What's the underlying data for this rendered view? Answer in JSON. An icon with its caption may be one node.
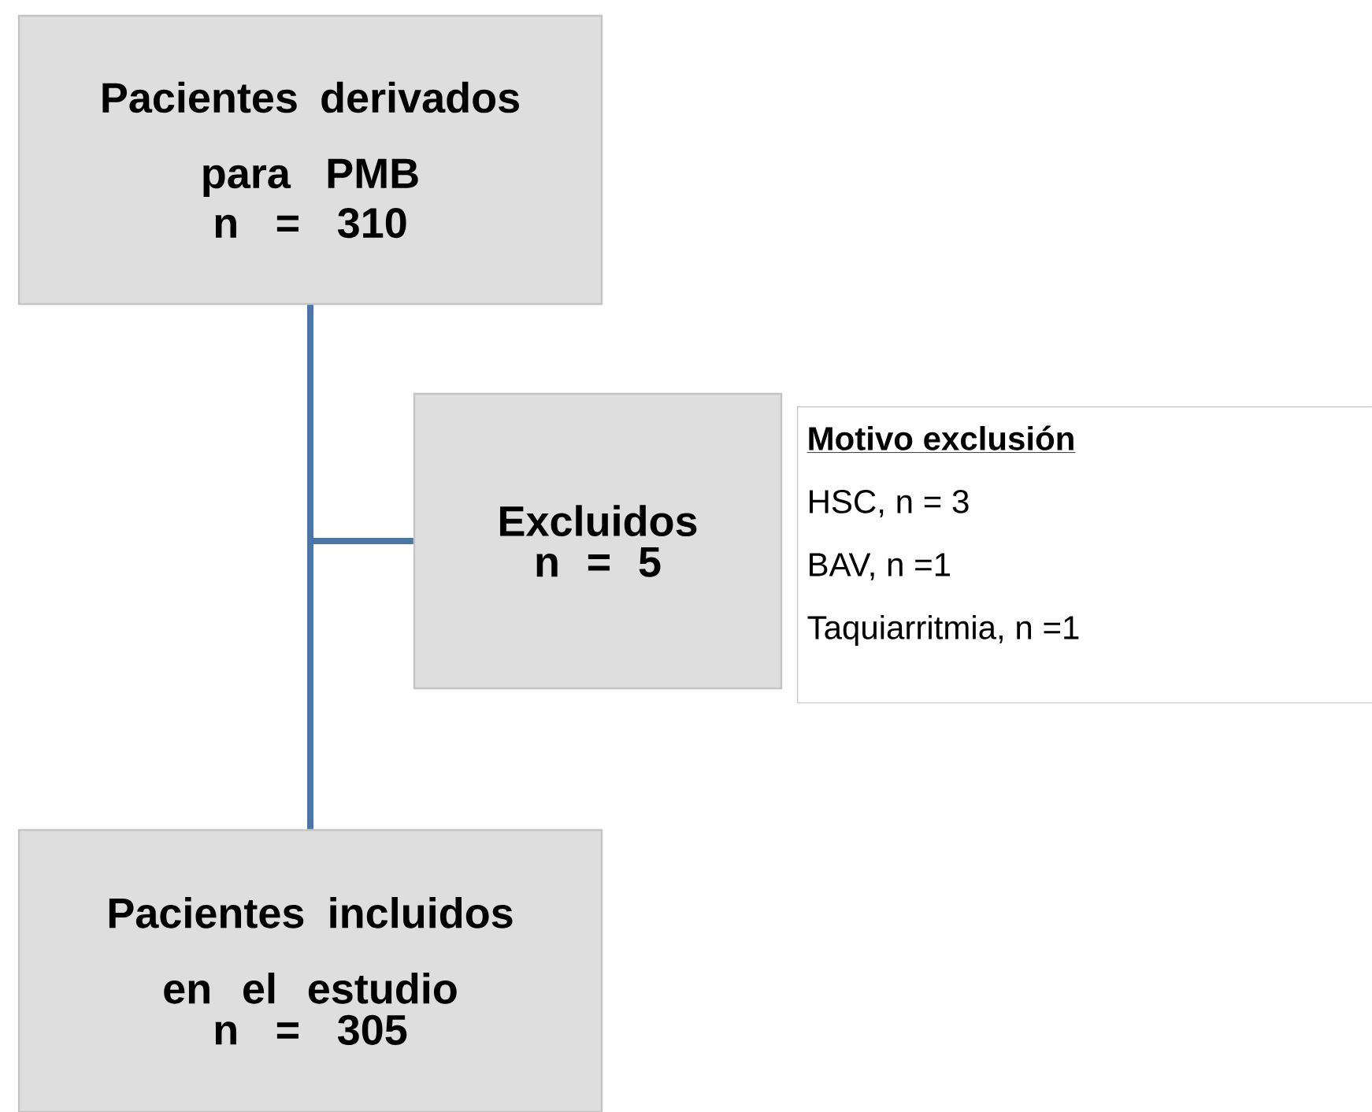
{
  "diagram": {
    "nodes": [
      {
        "text": [
          "Pacientes derivados para PMB",
          "n = 310"
        ]
      },
      {
        "text": [
          "Excluidos",
          "n = 5"
        ]
      },
      {
        "text": [
          "Motivo exclusión",
          "HSC, n = 3",
          "BAV, n =1",
          "Taquiarritmia, n =1"
        ]
      },
      {
        "text": [
          "Pacientes incluidos en el estudio",
          "n = 305"
        ]
      }
    ],
    "edges": [
      {
        "from": 0,
        "to": 3,
        "arrow": "none"
      },
      {
        "from": 0,
        "to": 1,
        "arrow": "none"
      }
    ]
  }
}
